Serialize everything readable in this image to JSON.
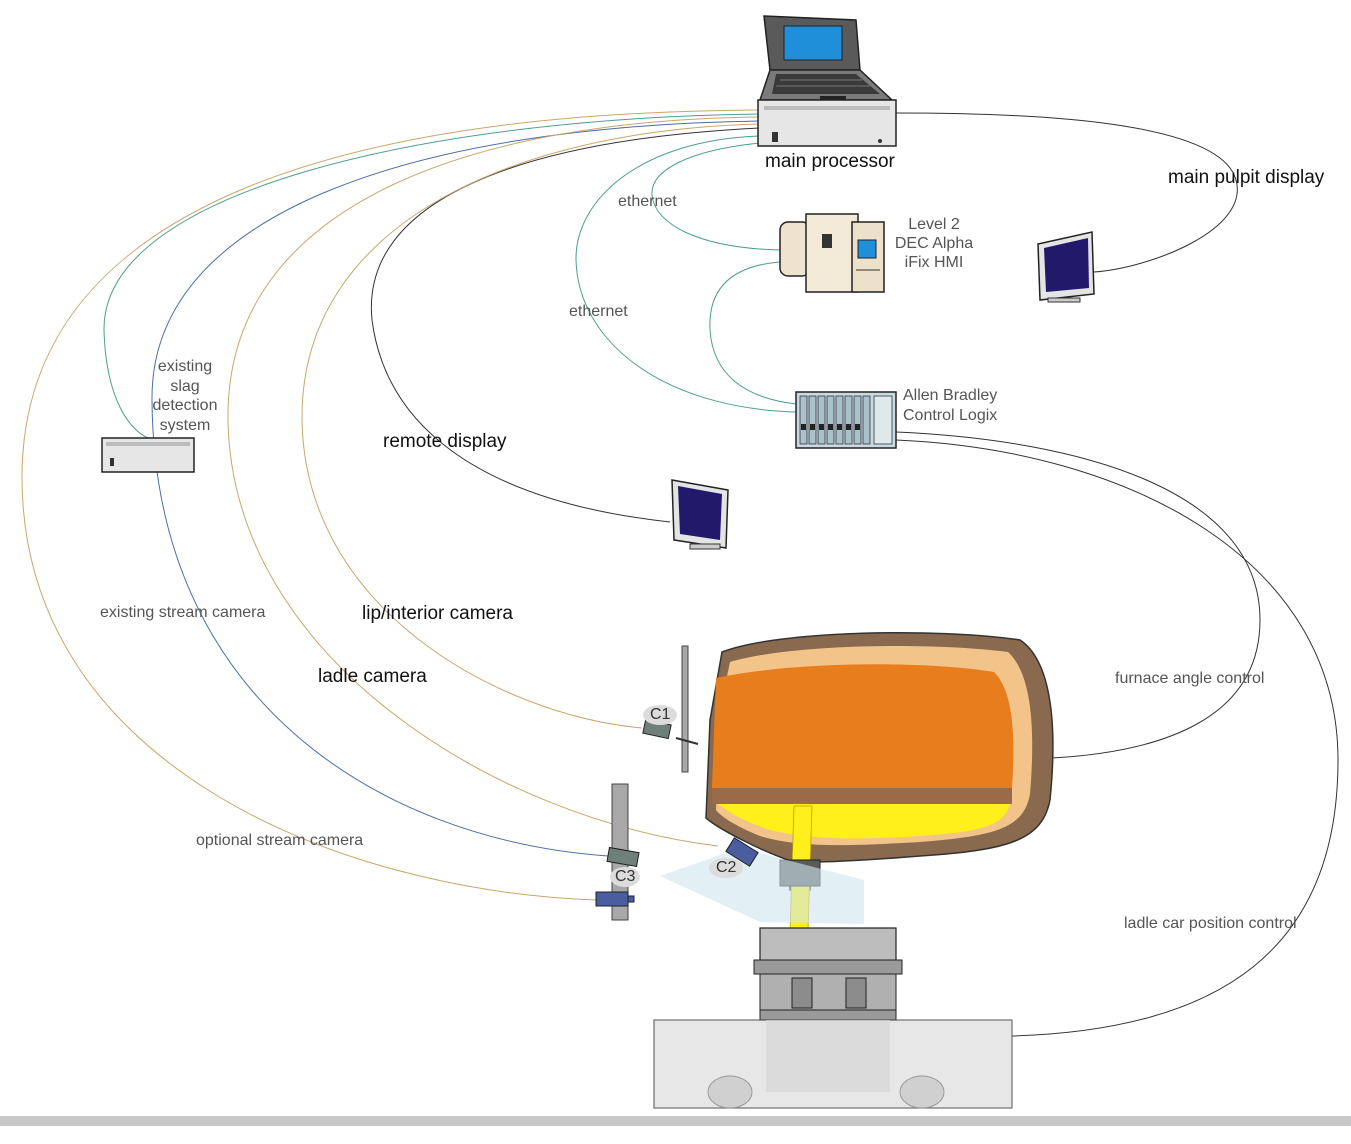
{
  "labels": {
    "main_processor": "main processor",
    "main_pulpit_display": "main pulpit display",
    "ethernet_1": "ethernet",
    "ethernet_2": "ethernet",
    "level2_line1": "Level 2",
    "level2_line2": "DEC Alpha",
    "level2_line3": "iFix HMI",
    "allen_line1": "Allen Bradley",
    "allen_line2": "Control Logix",
    "slag_line1": "existing",
    "slag_line2": "slag",
    "slag_line3": "detection",
    "slag_line4": "system",
    "remote_display": "remote display",
    "existing_stream_camera": "existing stream camera",
    "lip_interior_camera": "lip/interior camera",
    "ladle_camera": "ladle camera",
    "optional_stream_camera": "optional stream camera",
    "furnace_angle_control": "furnace angle control",
    "ladle_car_position_control": "ladle car position control",
    "c1": "C1",
    "c2": "C2",
    "c3": "C3"
  },
  "colors": {
    "furnace_outer": "#8a6a4f",
    "furnace_mid": "#f2c48a",
    "furnace_inner": "#e87d1e",
    "molten_steel": "#ffef1a",
    "slag_band": "#9b6b48",
    "monitor_screen": "#23196b",
    "laptop_screen": "#1f8fd9",
    "camera_blue": "#4a5d9e",
    "camera_gray": "#6f7f7a",
    "cable_black": "#333333",
    "cable_teal": "#4e9e8e",
    "cable_tan": "#c9a66b"
  }
}
